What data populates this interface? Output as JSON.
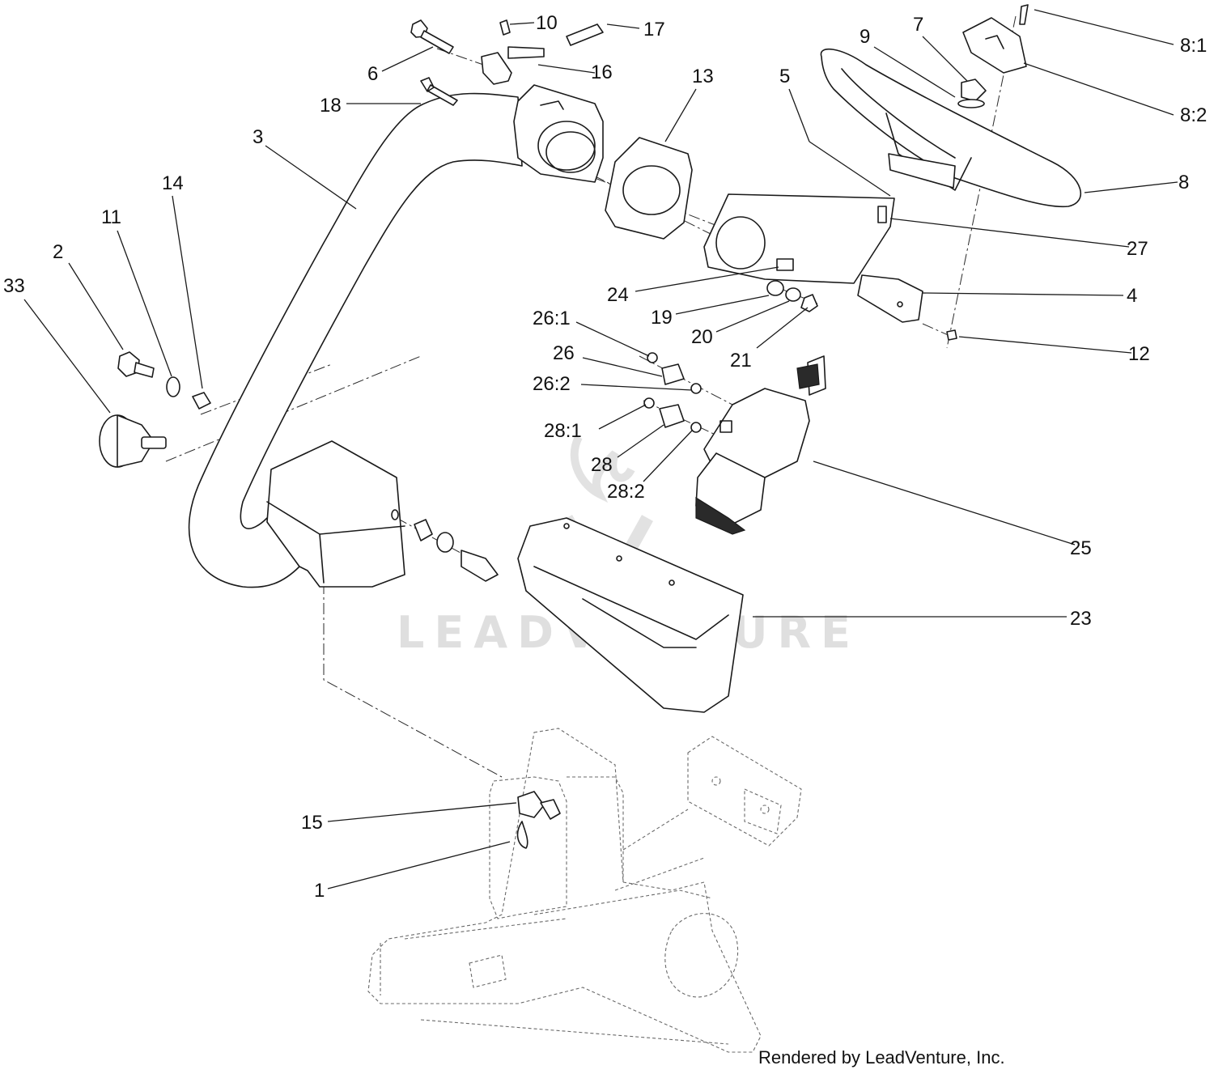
{
  "callouts": [
    {
      "label": "10"
    },
    {
      "label": "17"
    },
    {
      "label": "6"
    },
    {
      "label": "16"
    },
    {
      "label": "18"
    },
    {
      "label": "13"
    },
    {
      "label": "3"
    },
    {
      "label": "14"
    },
    {
      "label": "11"
    },
    {
      "label": "2"
    },
    {
      "label": "33"
    },
    {
      "label": "9"
    },
    {
      "label": "7"
    },
    {
      "label": "8:1"
    },
    {
      "label": "8:2"
    },
    {
      "label": "5"
    },
    {
      "label": "8"
    },
    {
      "label": "27"
    },
    {
      "label": "24"
    },
    {
      "label": "4"
    },
    {
      "label": "19"
    },
    {
      "label": "20"
    },
    {
      "label": "21"
    },
    {
      "label": "12"
    },
    {
      "label": "26:1"
    },
    {
      "label": "26"
    },
    {
      "label": "26:2"
    },
    {
      "label": "28:1"
    },
    {
      "label": "28"
    },
    {
      "label": "28:2"
    },
    {
      "label": "25"
    },
    {
      "label": "23"
    },
    {
      "label": "15"
    },
    {
      "label": "1"
    }
  ],
  "watermark": "LEADVENTURE",
  "credit": "Rendered by LeadVenture, Inc."
}
